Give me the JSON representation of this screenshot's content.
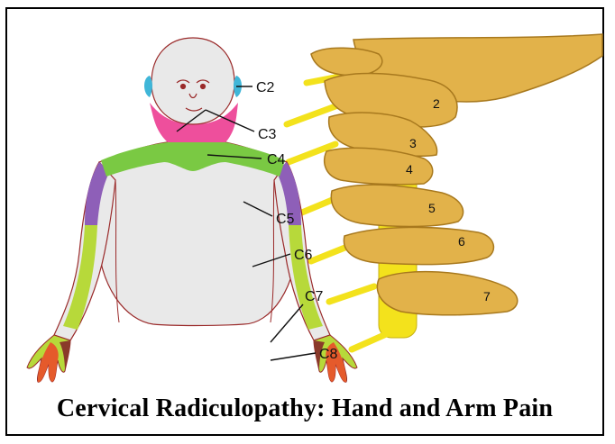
{
  "title": "Cervical Radiculopathy:  Hand and Arm Pain",
  "dermatome_labels": [
    "C2",
    "C3",
    "C4",
    "C5",
    "C6",
    "C7",
    "C8"
  ],
  "vertebra_labels": [
    "2",
    "3",
    "4",
    "5",
    "6",
    "7"
  ],
  "colors": {
    "c2": "#3fb6d8",
    "c3": "#ee4f9c",
    "c4": "#7ac943",
    "c5": "#8e5fb8",
    "c6": "#b7d93a",
    "c7": "#e55a2b",
    "c8": "#8a3a2a",
    "bone": "#e2b24a",
    "nerve": "#f3e21c",
    "skin": "#e9e9e9",
    "outline": "#9a2a2a"
  }
}
